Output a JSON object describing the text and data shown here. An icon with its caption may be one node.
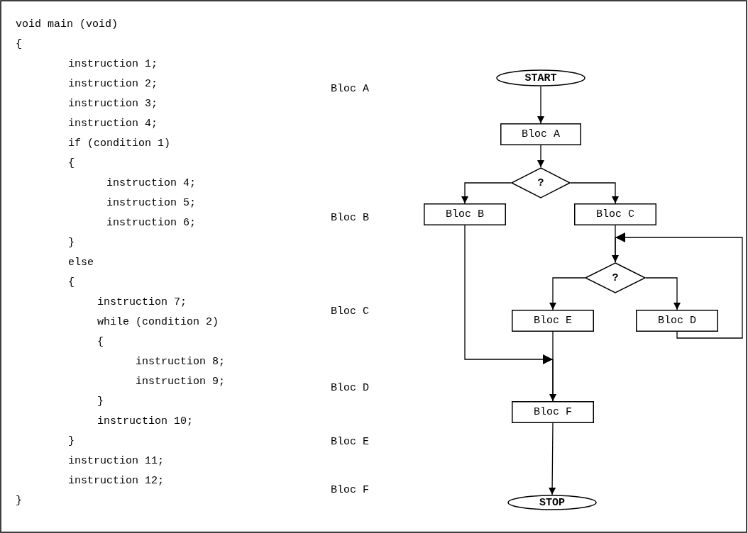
{
  "diagram": {
    "nodes": [
      {
        "text": [
          "START"
        ]
      },
      {
        "text": [
          "Bloc A"
        ]
      },
      {
        "text": [
          "?"
        ]
      },
      {
        "text": [
          "Bloc B"
        ]
      },
      {
        "text": [
          "Bloc C"
        ]
      },
      {
        "text": [
          "?"
        ]
      },
      {
        "text": [
          "Bloc E"
        ]
      },
      {
        "text": [
          "Bloc D"
        ]
      },
      {
        "text": [
          "Bloc F"
        ]
      },
      {
        "text": [
          "STOP"
        ]
      }
    ],
    "edges": [
      {
        "from": 0,
        "to": 1,
        "arrow": "to"
      },
      {
        "from": 1,
        "to": 2,
        "arrow": "to"
      },
      {
        "from": 2,
        "to": 3,
        "arrow": "to"
      },
      {
        "from": 2,
        "to": 4,
        "arrow": "to"
      },
      {
        "from": 4,
        "to": 5,
        "arrow": "to"
      },
      {
        "from": 5,
        "to": 6,
        "arrow": "to"
      },
      {
        "from": 5,
        "to": 7,
        "arrow": "to"
      },
      {
        "from": 3,
        "to": 8,
        "arrow": "to"
      },
      {
        "from": 6,
        "to": 8,
        "arrow": "to"
      },
      {
        "from": 7,
        "to": 5,
        "arrow": "to"
      },
      {
        "from": 8,
        "to": 9,
        "arrow": "to"
      }
    ],
    "labels": [
      "void main (void)",
      "{",
      "instruction 1;",
      "instruction 2;",
      "Bloc A",
      "instruction 3;",
      "instruction 4;",
      "if (condition 1)",
      "{",
      "instruction 4;",
      "instruction 5;",
      "Bloc B",
      "instruction 6;",
      "}",
      "else",
      "{",
      "instruction 7;",
      "Bloc C",
      "while (condition 2)",
      "{",
      "instruction 8;",
      "Bloc D",
      "instruction 9;",
      "}",
      "instruction 10;",
      "Bloc E",
      "}",
      "instruction 11;",
      "Bloc F",
      "instruction 12;",
      "}"
    ]
  }
}
